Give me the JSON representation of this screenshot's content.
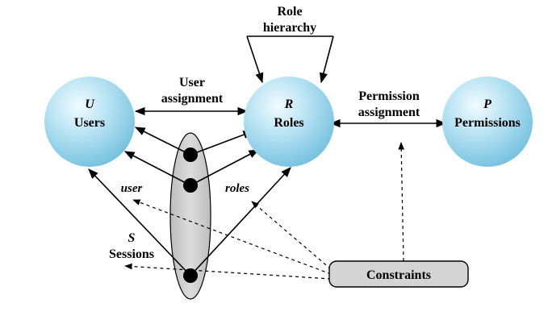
{
  "nodes": {
    "users": {
      "symbol": "U",
      "name": "Users"
    },
    "roles": {
      "symbol": "R",
      "name": "Roles"
    },
    "permissions": {
      "symbol": "P",
      "name": "Permissions"
    },
    "sessions": {
      "symbol": "S",
      "name": "Sessions"
    },
    "constraints": {
      "name": "Constraints"
    }
  },
  "edges": {
    "role_hierarchy": [
      "Role",
      "hierarchy"
    ],
    "user_assignment": [
      "User",
      "assignment"
    ],
    "permission_assignment": [
      "Permission",
      "assignment"
    ],
    "user": "user",
    "roles": "roles"
  },
  "colors": {
    "node_fill": "#9fd8ee",
    "session_fill": "#c9c9c9",
    "constraints_fill": "#d4d4d4",
    "ink": "#000000"
  }
}
